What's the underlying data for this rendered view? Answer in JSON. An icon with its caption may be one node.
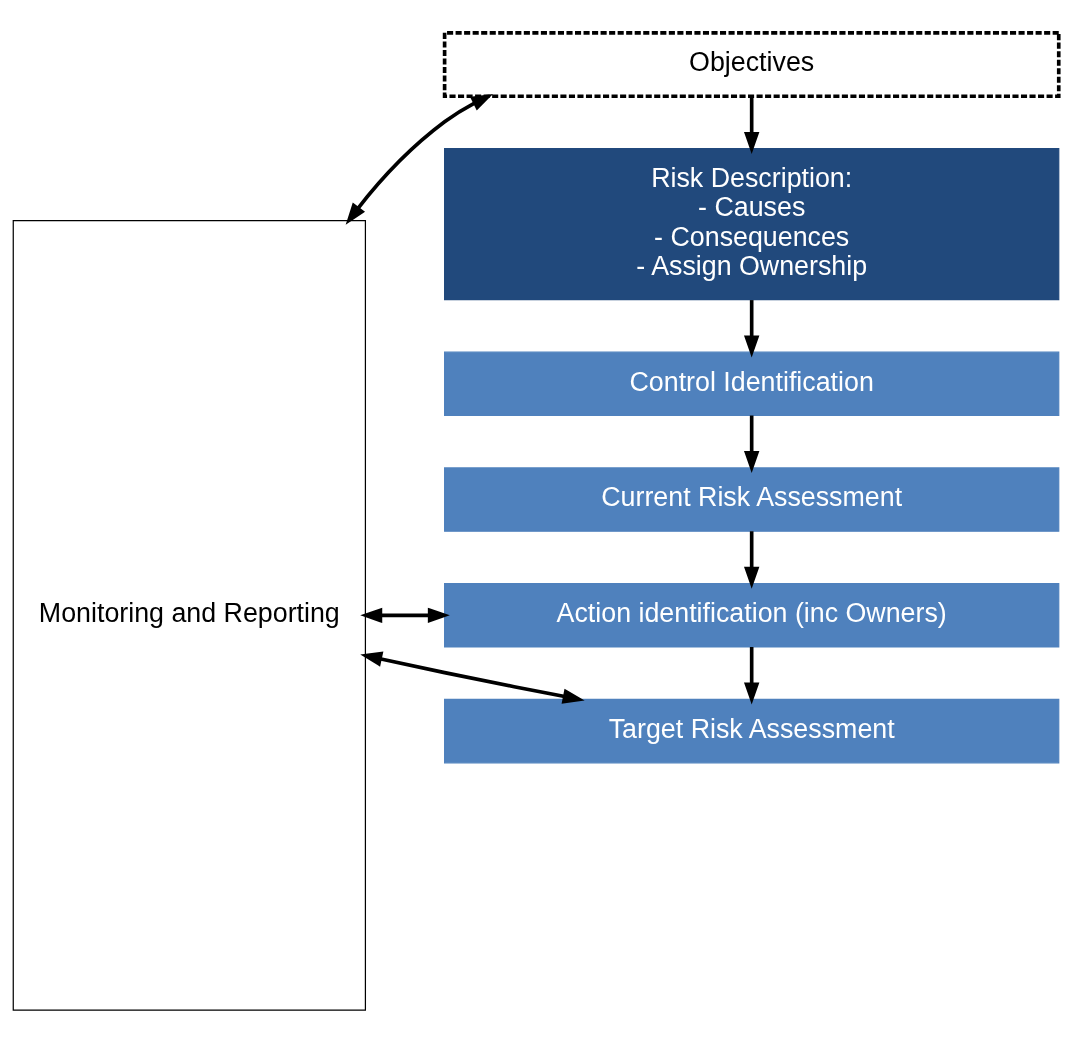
{
  "diagram": {
    "nodes": [
      {
        "text": [
          "Monitoring and Reporting"
        ]
      },
      {
        "text": [
          "Objectives"
        ]
      },
      {
        "text": [
          "Risk Description:",
          "- Causes",
          "- Consequences",
          "- Assign Ownership"
        ]
      },
      {
        "text": [
          "Control Identification"
        ]
      },
      {
        "text": [
          "Current Risk Assessment"
        ]
      },
      {
        "text": [
          "Action identification (inc Owners)"
        ]
      },
      {
        "text": [
          "Target Risk Assessment"
        ]
      }
    ],
    "edges": [
      {
        "from": 0,
        "to": 1,
        "arrow": "both"
      },
      {
        "from": 1,
        "to": 2,
        "arrow": "to"
      },
      {
        "from": 2,
        "to": 3,
        "arrow": "to"
      },
      {
        "from": 3,
        "to": 4,
        "arrow": "to"
      },
      {
        "from": 4,
        "to": 5,
        "arrow": "to"
      },
      {
        "from": 0,
        "to": 5,
        "arrow": "both"
      },
      {
        "from": 5,
        "to": 6,
        "arrow": "to"
      },
      {
        "from": 0,
        "to": 6,
        "arrow": "both"
      }
    ]
  }
}
